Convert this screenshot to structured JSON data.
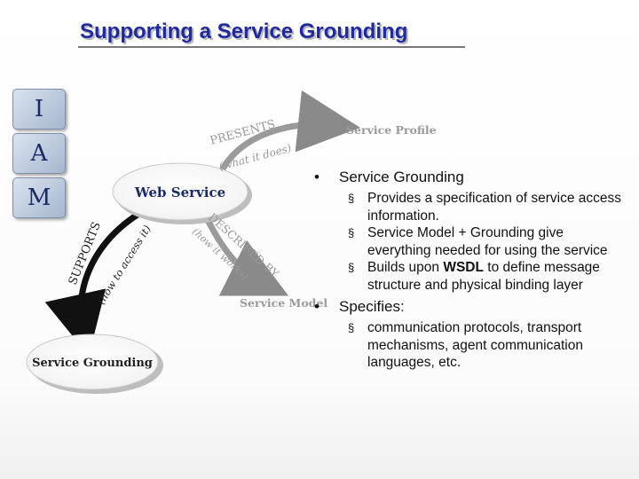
{
  "slide": {
    "title": "Supporting a Service Grounding"
  },
  "puzzle": {
    "letters": [
      "I",
      "A",
      "M"
    ]
  },
  "diagram": {
    "web_service": "Web Service",
    "service_profile": "Service Profile",
    "service_model": "Service Model",
    "service_grounding": "Service Grounding",
    "presents": "PRESENTS",
    "presents_sub": "(what it does)",
    "described_by": "DESCRIBED BY",
    "described_by_sub": "(how it works)",
    "supports": "SUPPORTS",
    "supports_sub": "(how to access it)"
  },
  "bullets": [
    {
      "text": "Service Grounding",
      "subitems": [
        {
          "pre": "Provides a specification of service access information.",
          "bold": "",
          "post": ""
        },
        {
          "pre": "Service Model + Grounding give everything needed for using the service",
          "bold": "",
          "post": ""
        },
        {
          "pre": "Builds upon ",
          "bold": "WSDL",
          "post": " to define message structure and physical binding layer"
        }
      ]
    },
    {
      "text": "Specifies:",
      "subitems": [
        {
          "pre": "communication protocols, transport mechanisms, agent communication languages, etc.",
          "bold": "",
          "post": ""
        }
      ]
    }
  ],
  "colors": {
    "title": "#1f2aa0",
    "label_gray": "#9a9a9a",
    "label_dark": "#222222",
    "web_service_text": "#1a2a66"
  }
}
